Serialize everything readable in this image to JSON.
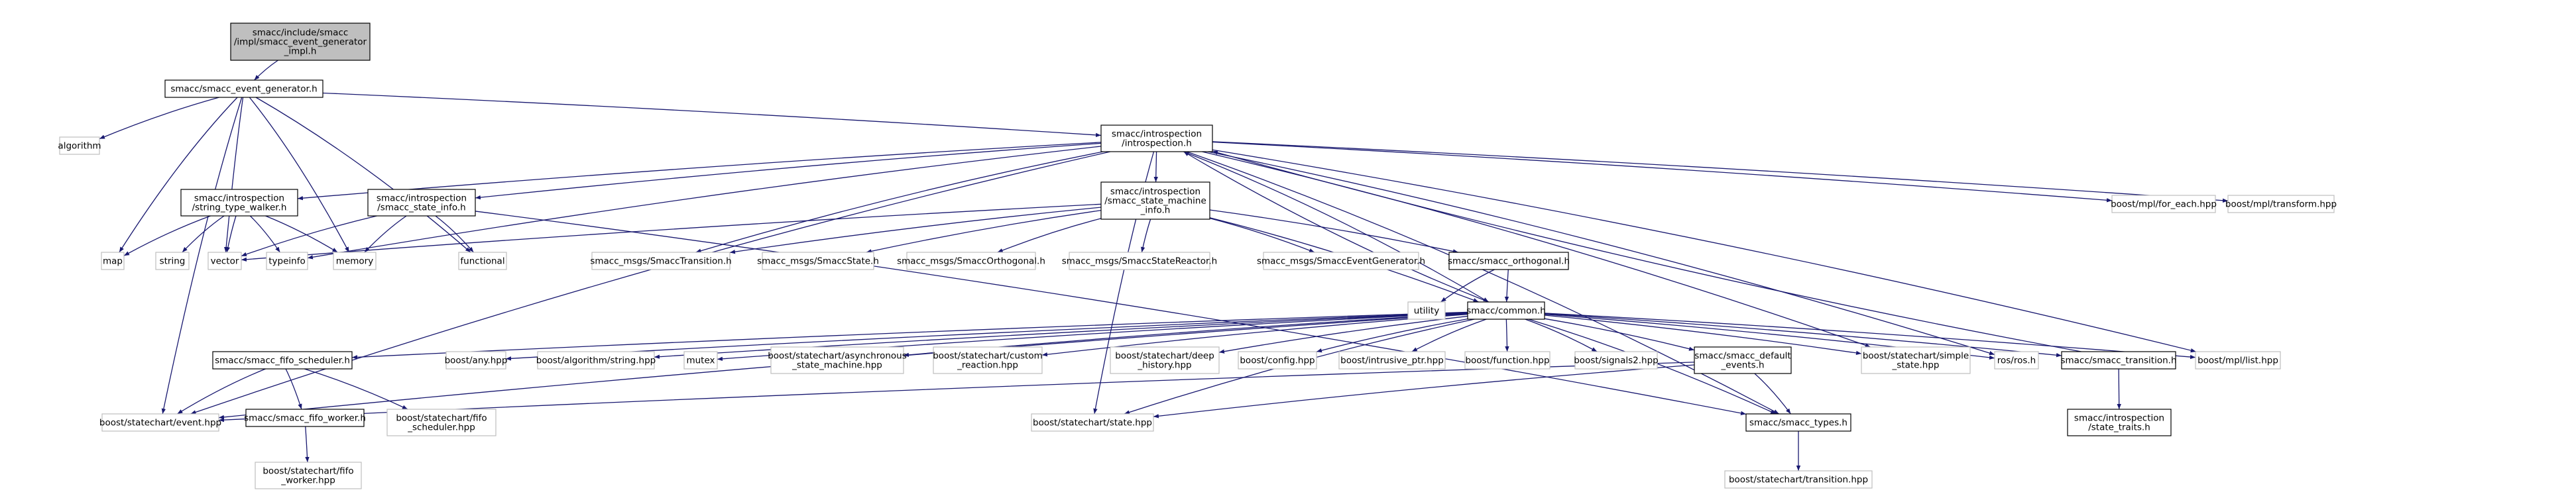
{
  "graph": {
    "nodes": [
      {
        "id": "root",
        "lines": [
          "smacc/include/smacc",
          "/impl/smacc_event_generator",
          "_impl.h"
        ],
        "style": "root"
      },
      {
        "id": "seg",
        "lines": [
          "smacc/smacc_event_generator.h"
        ],
        "style": "box"
      },
      {
        "id": "algorithm",
        "lines": [
          "algorithm"
        ],
        "style": "ext"
      },
      {
        "id": "intro",
        "lines": [
          "smacc/introspection",
          "/introspection.h"
        ],
        "style": "box"
      },
      {
        "id": "mplforeach",
        "lines": [
          "boost/mpl/for_each.hpp"
        ],
        "style": "ext"
      },
      {
        "id": "mpltransform",
        "lines": [
          "boost/mpl/transform.hpp"
        ],
        "style": "ext"
      },
      {
        "id": "stw",
        "lines": [
          "smacc/introspection",
          "/string_type_walker.h"
        ],
        "style": "box"
      },
      {
        "id": "ssi",
        "lines": [
          "smacc/introspection",
          "/smacc_state_info.h"
        ],
        "style": "box"
      },
      {
        "id": "ssmi",
        "lines": [
          "smacc/introspection",
          "/smacc_state_machine",
          "_info.h"
        ],
        "style": "box"
      },
      {
        "id": "map",
        "lines": [
          "map"
        ],
        "style": "ext"
      },
      {
        "id": "string",
        "lines": [
          "string"
        ],
        "style": "ext"
      },
      {
        "id": "vector",
        "lines": [
          "vector"
        ],
        "style": "ext"
      },
      {
        "id": "typeinfo",
        "lines": [
          "typeinfo"
        ],
        "style": "ext"
      },
      {
        "id": "memory",
        "lines": [
          "memory"
        ],
        "style": "ext"
      },
      {
        "id": "functional",
        "lines": [
          "functional"
        ],
        "style": "ext"
      },
      {
        "id": "msgtrans",
        "lines": [
          "smacc_msgs/SmaccTransition.h"
        ],
        "style": "ext"
      },
      {
        "id": "msgstate",
        "lines": [
          "smacc_msgs/SmaccState.h"
        ],
        "style": "ext"
      },
      {
        "id": "msgorth",
        "lines": [
          "smacc_msgs/SmaccOrthogonal.h"
        ],
        "style": "ext"
      },
      {
        "id": "msgreactor",
        "lines": [
          "smacc_msgs/SmaccStateReactor.h"
        ],
        "style": "ext"
      },
      {
        "id": "msgevgen",
        "lines": [
          "smacc_msgs/SmaccEventGenerator.h"
        ],
        "style": "ext"
      },
      {
        "id": "orth",
        "lines": [
          "smacc/smacc_orthogonal.h"
        ],
        "style": "box"
      },
      {
        "id": "utility",
        "lines": [
          "utility"
        ],
        "style": "ext"
      },
      {
        "id": "common",
        "lines": [
          "smacc/common.h"
        ],
        "style": "box"
      },
      {
        "id": "fifosched",
        "lines": [
          "smacc/smacc_fifo_scheduler.h"
        ],
        "style": "box"
      },
      {
        "id": "any",
        "lines": [
          "boost/any.hpp"
        ],
        "style": "ext"
      },
      {
        "id": "algstring",
        "lines": [
          "boost/algorithm/string.hpp"
        ],
        "style": "ext"
      },
      {
        "id": "mutex",
        "lines": [
          "mutex"
        ],
        "style": "ext"
      },
      {
        "id": "asyncsm",
        "lines": [
          "boost/statechart/asynchronous",
          "_state_machine.hpp"
        ],
        "style": "ext"
      },
      {
        "id": "customreact",
        "lines": [
          "boost/statechart/custom",
          "_reaction.hpp"
        ],
        "style": "ext"
      },
      {
        "id": "deephist",
        "lines": [
          "boost/statechart/deep",
          "_history.hpp"
        ],
        "style": "ext"
      },
      {
        "id": "config",
        "lines": [
          "boost/config.hpp"
        ],
        "style": "ext"
      },
      {
        "id": "intrusive",
        "lines": [
          "boost/intrusive_ptr.hpp"
        ],
        "style": "ext"
      },
      {
        "id": "function",
        "lines": [
          "boost/function.hpp"
        ],
        "style": "ext"
      },
      {
        "id": "signals2",
        "lines": [
          "boost/signals2.hpp"
        ],
        "style": "ext"
      },
      {
        "id": "defevents",
        "lines": [
          "smacc/smacc_default",
          "_events.h"
        ],
        "style": "box"
      },
      {
        "id": "simplestate",
        "lines": [
          "boost/statechart/simple",
          "_state.hpp"
        ],
        "style": "ext"
      },
      {
        "id": "rosh",
        "lines": [
          "ros/ros.h"
        ],
        "style": "ext"
      },
      {
        "id": "transition",
        "lines": [
          "smacc/smacc_transition.h"
        ],
        "style": "box"
      },
      {
        "id": "mpllist",
        "lines": [
          "boost/mpl/list.hpp"
        ],
        "style": "ext"
      },
      {
        "id": "event",
        "lines": [
          "boost/statechart/event.hpp"
        ],
        "style": "ext"
      },
      {
        "id": "fifoworker",
        "lines": [
          "smacc/smacc_fifo_worker.h"
        ],
        "style": "box"
      },
      {
        "id": "fifoschedhpp",
        "lines": [
          "boost/statechart/fifo",
          "_scheduler.hpp"
        ],
        "style": "ext"
      },
      {
        "id": "fifoworkerhpp",
        "lines": [
          "boost/statechart/fifo",
          "_worker.hpp"
        ],
        "style": "ext"
      },
      {
        "id": "statehpp",
        "lines": [
          "boost/statechart/state.hpp"
        ],
        "style": "ext"
      },
      {
        "id": "types",
        "lines": [
          "smacc/smacc_types.h"
        ],
        "style": "box"
      },
      {
        "id": "transhpp",
        "lines": [
          "boost/statechart/transition.hpp"
        ],
        "style": "ext"
      },
      {
        "id": "statetraits",
        "lines": [
          "smacc/introspection",
          "/state_traits.h"
        ],
        "style": "box"
      }
    ],
    "edges": [
      [
        "root",
        "seg"
      ],
      [
        "seg",
        "algorithm"
      ],
      [
        "seg",
        "intro"
      ],
      [
        "seg",
        "map"
      ],
      [
        "seg",
        "vector"
      ],
      [
        "seg",
        "memory"
      ],
      [
        "seg",
        "functional"
      ],
      [
        "seg",
        "event"
      ],
      [
        "intro",
        "stw"
      ],
      [
        "intro",
        "ssi"
      ],
      [
        "intro",
        "ssmi"
      ],
      [
        "intro",
        "typeinfo"
      ],
      [
        "intro",
        "msgtrans"
      ],
      [
        "intro",
        "mplforeach"
      ],
      [
        "intro",
        "mpltransform"
      ],
      [
        "intro",
        "event"
      ],
      [
        "intro",
        "statehpp"
      ],
      [
        "intro",
        "simplestate"
      ],
      [
        "intro",
        "rosh"
      ],
      [
        "intro",
        "mpllist"
      ],
      [
        "intro",
        "types"
      ],
      [
        "intro",
        "common"
      ],
      [
        "stw",
        "map"
      ],
      [
        "stw",
        "string"
      ],
      [
        "stw",
        "vector"
      ],
      [
        "stw",
        "typeinfo"
      ],
      [
        "stw",
        "memory"
      ],
      [
        "ssi",
        "vector"
      ],
      [
        "ssi",
        "memory"
      ],
      [
        "ssi",
        "functional"
      ],
      [
        "ssi",
        "types"
      ],
      [
        "ssmi",
        "vector"
      ],
      [
        "ssmi",
        "msgtrans"
      ],
      [
        "ssmi",
        "msgstate"
      ],
      [
        "ssmi",
        "msgorth"
      ],
      [
        "ssmi",
        "msgreactor"
      ],
      [
        "ssmi",
        "msgevgen"
      ],
      [
        "ssmi",
        "orth"
      ],
      [
        "ssmi",
        "common"
      ],
      [
        "orth",
        "utility"
      ],
      [
        "orth",
        "common"
      ],
      [
        "common",
        "fifosched"
      ],
      [
        "common",
        "any"
      ],
      [
        "common",
        "algstring"
      ],
      [
        "common",
        "mutex"
      ],
      [
        "common",
        "asyncsm"
      ],
      [
        "common",
        "customreact"
      ],
      [
        "common",
        "deephist"
      ],
      [
        "common",
        "config"
      ],
      [
        "common",
        "intrusive"
      ],
      [
        "common",
        "function"
      ],
      [
        "common",
        "signals2"
      ],
      [
        "common",
        "defevents"
      ],
      [
        "common",
        "simplestate"
      ],
      [
        "common",
        "rosh"
      ],
      [
        "common",
        "transition"
      ],
      [
        "common",
        "mpllist"
      ],
      [
        "common",
        "event"
      ],
      [
        "common",
        "statehpp"
      ],
      [
        "common",
        "types"
      ],
      [
        "common",
        "intro"
      ],
      [
        "fifosched",
        "fifoworker"
      ],
      [
        "fifosched",
        "fifoschedhpp"
      ],
      [
        "fifosched",
        "event"
      ],
      [
        "fifoworker",
        "fifoworkerhpp"
      ],
      [
        "defevents",
        "event"
      ],
      [
        "defevents",
        "statehpp"
      ],
      [
        "defevents",
        "types"
      ],
      [
        "transition",
        "statetraits"
      ],
      [
        "transition",
        "intro"
      ],
      [
        "types",
        "transhpp"
      ]
    ]
  },
  "colors": {
    "edge": "#191970",
    "root_fill": "#bfbfbf",
    "box_stroke": "#000000",
    "ext_stroke": "#bfbfbf",
    "text": "#000000",
    "background": "#ffffff"
  }
}
